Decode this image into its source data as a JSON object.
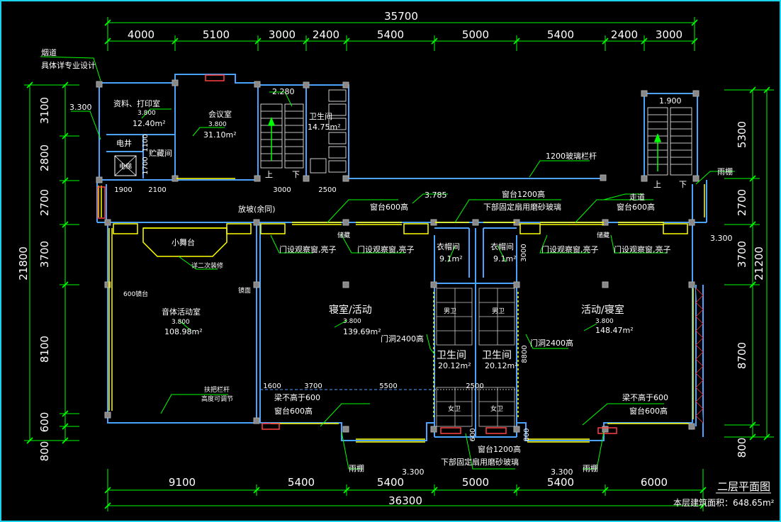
{
  "title": "二层平面图",
  "area_note": "本层建筑面积：648.65m²",
  "colors": {
    "dimension": "#00ff00",
    "wall": "#4aa3ff",
    "window": "#ffff00",
    "leader": "#00ff00",
    "text": "#ffffff",
    "frame": "#19d4ea"
  },
  "dims": {
    "top_total": "35700",
    "top": [
      "4000",
      "5100",
      "3000",
      "2400",
      "5400",
      "5000",
      "5400",
      "2400",
      "3000"
    ],
    "bottom_total": "36300",
    "bottom": [
      "9100",
      "5400",
      "5400",
      "5000",
      "5400",
      "6000"
    ],
    "left_total": "21800",
    "left": [
      "3100",
      "2800",
      "2700",
      "3700",
      "8100",
      "600",
      "800"
    ],
    "right_total": "21200",
    "right": [
      "5300",
      "2700",
      "3700",
      "8700",
      "800"
    ]
  },
  "inner_dims": {
    "d1900": "1900",
    "d2100": "2100",
    "d3000": "3000",
    "d2500": "2500",
    "d1600": "1600",
    "d3700": "3700",
    "d5500": "5500",
    "d2500b": "2500",
    "d1100": "1100",
    "d1700": "1700",
    "d3000v": "3000",
    "d8800": "8800",
    "d600": "600",
    "d800": "800"
  },
  "rooms": {
    "chimney": "烟道",
    "chimney_note": "具体详专业设计",
    "print_room": "资料、打印室",
    "print_height": "3.800",
    "print_area": "12.40m²",
    "meeting": "会议室",
    "meeting_height": "3.800",
    "meeting_area": "31.10m²",
    "elec": "电井",
    "store": "贮藏间",
    "lift": "电梯",
    "wc_top": "卫生间",
    "wc_top_area": "14.75m²",
    "stair1_height": "2.280",
    "stair2_height": "1.900",
    "stair_up": "上",
    "stair_down": "下",
    "stair2_up": "上",
    "stair2_down": "下",
    "stage": "小舞台",
    "stage_note": "详二次装修",
    "gym": "音体活动室",
    "gym_height": "3.800",
    "gym_area": "108.98m²",
    "sleep1": "寝室/活动",
    "sleep1_height": "3.800",
    "sleep1_area": "139.69m²",
    "sleep2": "活动/寝室",
    "sleep2_height": "3.800",
    "sleep2_area": "148.47m²",
    "cloak1": "衣帽间",
    "cloak1_area": "9.1m²",
    "cloak2": "衣帽间",
    "cloak2_area": "9.1m²",
    "wc1": "卫生间",
    "wc1_area": "20.12m²",
    "wc2": "卫生间",
    "wc2_area": "20.12m²",
    "male1": "男卫",
    "male2": "男卫",
    "female1": "女卫",
    "female2": "女卫",
    "corridor": "走道",
    "store_cab1": "储藏",
    "store_cab2": "储藏"
  },
  "notes": {
    "level_3300_a": "3.300",
    "level_3300_b": "3.300",
    "level_3300_c": "3.300",
    "level_3300_d": "3.300",
    "level_3785": "3.785",
    "glass_rail": "1200玻璃栏杆",
    "canopy_top": "雨棚",
    "ramp": "放坡(余同)",
    "sill_600_a": "窗台600高",
    "sill_600_b": "窗台600高",
    "sill_1200_top": "窗台1200高",
    "frosted_top": "下部固定扇用磨砂玻璃",
    "door_win_1": "门设观察窗,亮子",
    "door_win_2": "门设观察窗,亮子",
    "door_win_3": "门设观察窗,亮子",
    "door_win_4": "门设观察窗,亮子",
    "opening_1": "门洞2400高",
    "opening_2": "门洞2400高",
    "beam_1": "梁不高于600",
    "beam_2": "梁不高于600",
    "sill_600_c": "窗台600高",
    "sill_600_d": "窗台600高",
    "sill_1200_bot": "窗台1200高",
    "frosted_bot": "下部固定扇用磨砂玻璃",
    "canopy_bot1": "雨棚",
    "canopy_bot2": "雨棚",
    "bar_note": "扶把栏杆",
    "bar_note2": "高度可调节",
    "board": "600镜台",
    "mirror": "镜面"
  }
}
